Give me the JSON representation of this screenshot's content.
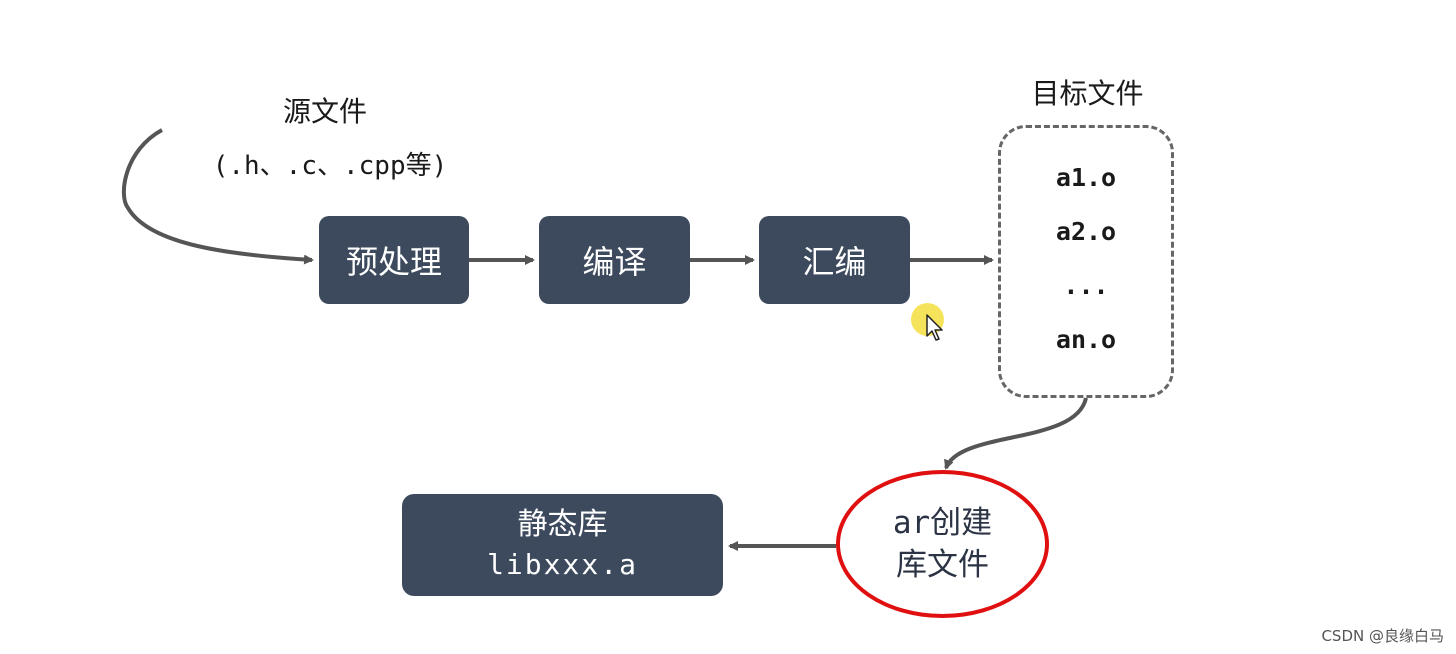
{
  "source": {
    "title": "源文件",
    "extensions": "(.h、.c、.cpp等)"
  },
  "steps": [
    {
      "label": "预处理"
    },
    {
      "label": "编译"
    },
    {
      "label": "汇编"
    }
  ],
  "object_files": {
    "title": "目标文件",
    "items": [
      "a1.o",
      "a2.o",
      "...",
      "an.o"
    ]
  },
  "ar_step": {
    "command": "ar",
    "line1_rest": "创建",
    "line2": "库文件"
  },
  "static_lib": {
    "title": "静态库",
    "filename": "libxxx.a"
  },
  "colors": {
    "box": "#3d4a5e",
    "arrow": "#555555",
    "highlight_circle": "#e01010",
    "cursor": "#f5e04a"
  },
  "watermark": "CSDN @良缘白马"
}
